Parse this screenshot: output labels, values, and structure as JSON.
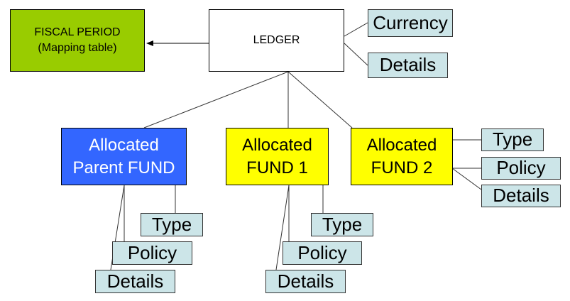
{
  "colors": {
    "fiscal_fill": "#99cc00",
    "ledger_fill": "#ffffff",
    "parent_fund_fill": "#3366ff",
    "parent_fund_text": "#ffffff",
    "fund_fill": "#ffff00",
    "attribute_fill": "#cce5e8",
    "line": "#333333"
  },
  "nodes": {
    "fiscal_period": {
      "label": "FISCAL PERIOD\n(Mapping table)"
    },
    "ledger": {
      "label": "LEDGER"
    },
    "ledger_currency": {
      "label": "Currency"
    },
    "ledger_details": {
      "label": "Details"
    },
    "parent_fund": {
      "label": "Allocated\nParent FUND"
    },
    "parent_type": {
      "label": "Type"
    },
    "parent_policy": {
      "label": "Policy"
    },
    "parent_details": {
      "label": "Details"
    },
    "fund1": {
      "label": "Allocated\nFUND 1"
    },
    "fund1_type": {
      "label": "Type"
    },
    "fund1_policy": {
      "label": "Policy"
    },
    "fund1_details": {
      "label": "Details"
    },
    "fund2": {
      "label": "Allocated\nFUND 2"
    },
    "fund2_type": {
      "label": "Type"
    },
    "fund2_policy": {
      "label": "Policy"
    },
    "fund2_details": {
      "label": "Details"
    }
  }
}
